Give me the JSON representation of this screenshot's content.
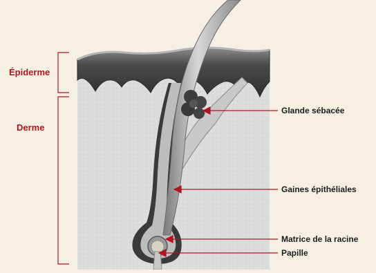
{
  "regions": [
    {
      "id": "epidermis",
      "label": "Épiderme"
    },
    {
      "id": "dermis",
      "label": "Derme"
    }
  ],
  "parts": [
    {
      "id": "sebaceous-gland",
      "label": "Glande sébacée"
    },
    {
      "id": "epithelial-sheaths",
      "label": "Gaines épithéliales"
    },
    {
      "id": "root-matrix",
      "label": "Matrice de la racine"
    },
    {
      "id": "papilla",
      "label": "Papille"
    }
  ],
  "colors": {
    "background": "#f6efe4",
    "dermis": "#dcdcdc",
    "epidermis": "#5a5a5a",
    "hair": "#9e9e9e",
    "bracket": "#b0141f",
    "arrow": "#b0141f",
    "label_text": "#1c1c1c"
  }
}
